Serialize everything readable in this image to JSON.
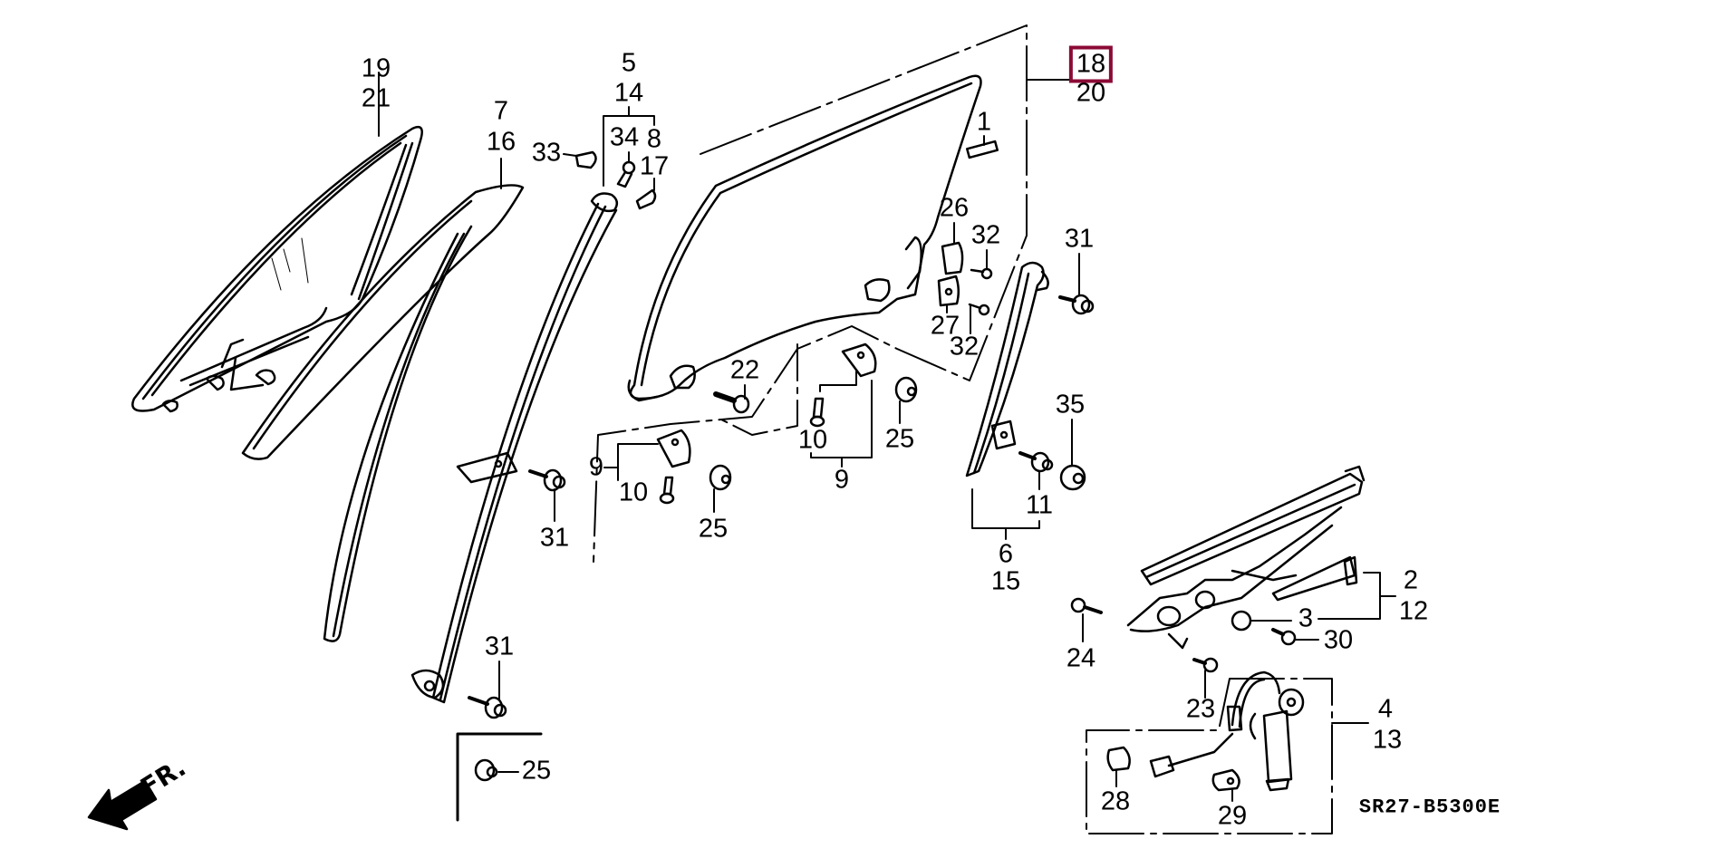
{
  "diagram": {
    "code": "SR27-B5300E",
    "direction_marker": "FR.",
    "highlight_color": "#8b0a36",
    "highlighted_part": "18",
    "callouts": [
      {
        "id": "c19",
        "text": "19"
      },
      {
        "id": "c21",
        "text": "21"
      },
      {
        "id": "c7",
        "text": "7"
      },
      {
        "id": "c16",
        "text": "16"
      },
      {
        "id": "c5",
        "text": "5"
      },
      {
        "id": "c14",
        "text": "14"
      },
      {
        "id": "c33",
        "text": "33"
      },
      {
        "id": "c34",
        "text": "34"
      },
      {
        "id": "c8",
        "text": "8"
      },
      {
        "id": "c17",
        "text": "17"
      },
      {
        "id": "c18",
        "text": "18"
      },
      {
        "id": "c20",
        "text": "20"
      },
      {
        "id": "c1",
        "text": "1"
      },
      {
        "id": "c26",
        "text": "26"
      },
      {
        "id": "c32a",
        "text": "32"
      },
      {
        "id": "c27",
        "text": "27"
      },
      {
        "id": "c32b",
        "text": "32"
      },
      {
        "id": "c31a",
        "text": "31"
      },
      {
        "id": "c22",
        "text": "22"
      },
      {
        "id": "c10a",
        "text": "10"
      },
      {
        "id": "c25a",
        "text": "25"
      },
      {
        "id": "c9a",
        "text": "9"
      },
      {
        "id": "c9b",
        "text": "9"
      },
      {
        "id": "c10b",
        "text": "10"
      },
      {
        "id": "c25b",
        "text": "25"
      },
      {
        "id": "c31b",
        "text": "31"
      },
      {
        "id": "c35",
        "text": "35"
      },
      {
        "id": "c11",
        "text": "11"
      },
      {
        "id": "c6",
        "text": "6"
      },
      {
        "id": "c15",
        "text": "15"
      },
      {
        "id": "c2",
        "text": "2"
      },
      {
        "id": "c12",
        "text": "12"
      },
      {
        "id": "c3",
        "text": "3"
      },
      {
        "id": "c30",
        "text": "30"
      },
      {
        "id": "c24",
        "text": "24"
      },
      {
        "id": "c23",
        "text": "23"
      },
      {
        "id": "c4",
        "text": "4"
      },
      {
        "id": "c13",
        "text": "13"
      },
      {
        "id": "c28",
        "text": "28"
      },
      {
        "id": "c29",
        "text": "29"
      },
      {
        "id": "c31c",
        "text": "31"
      },
      {
        "id": "c25c",
        "text": "25"
      }
    ]
  }
}
